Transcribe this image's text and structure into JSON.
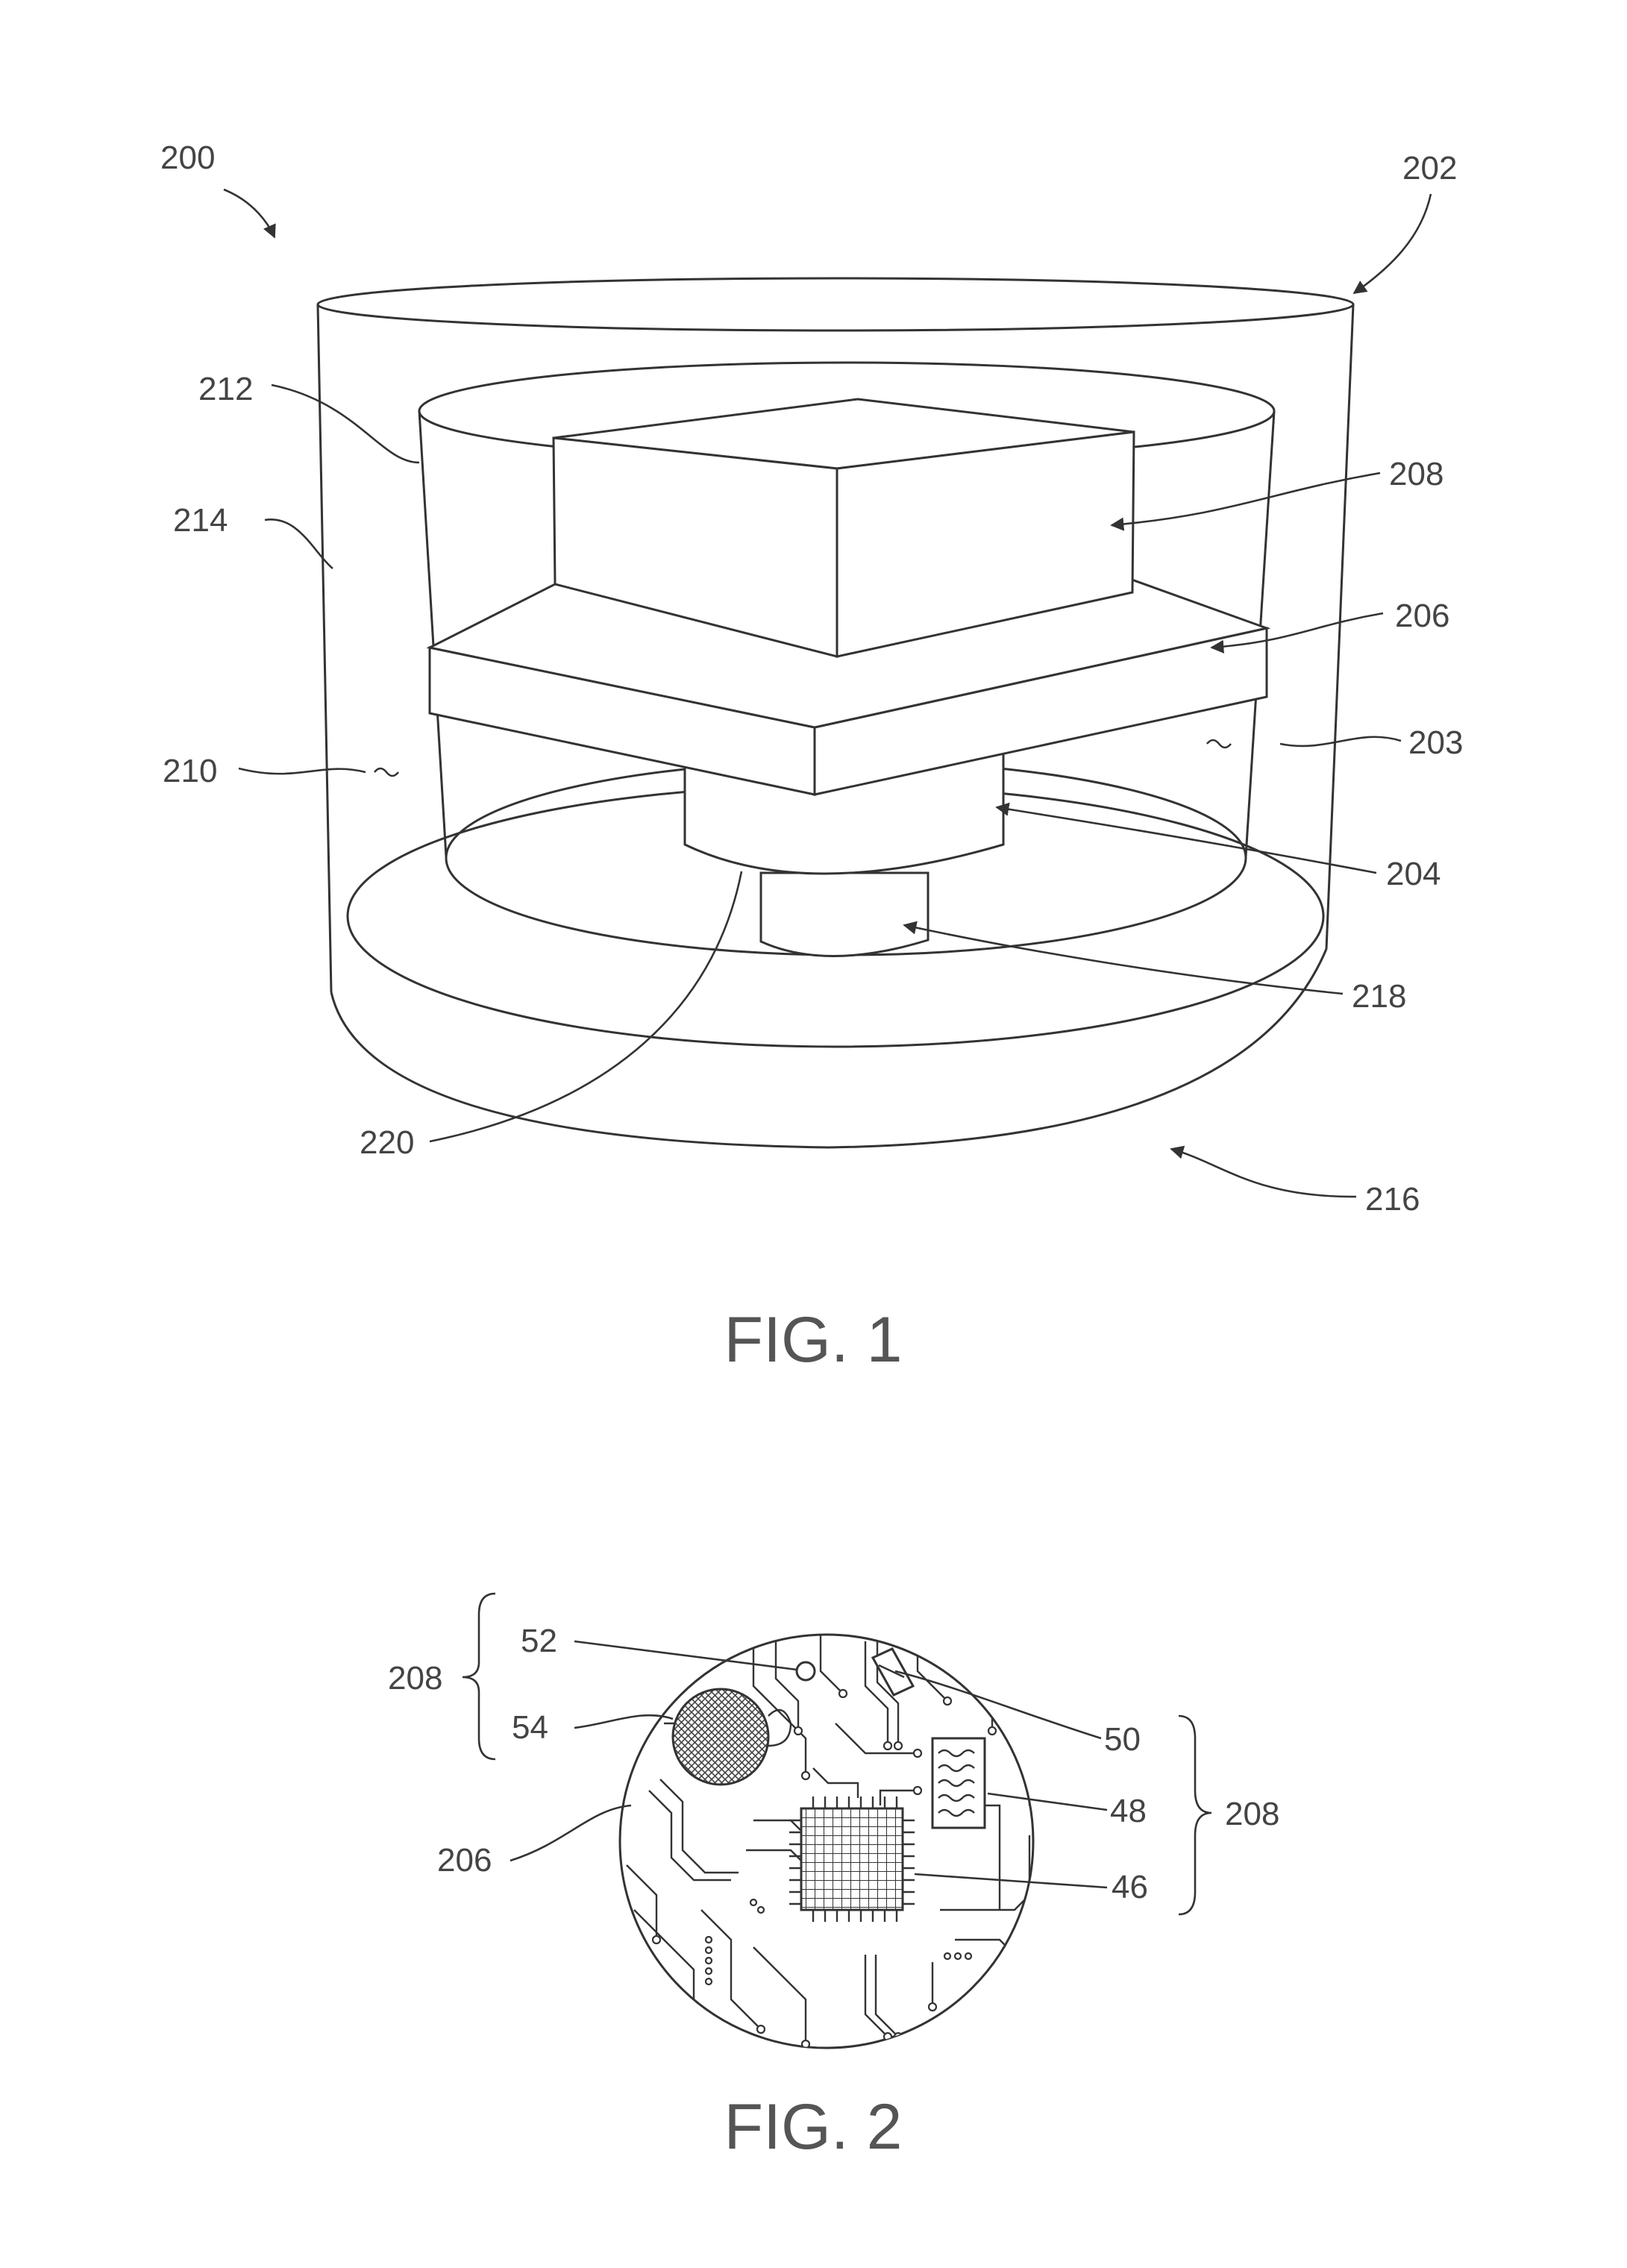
{
  "figures": [
    {
      "caption": "FIG. 1",
      "labels": {
        "device": "200",
        "outer_container": "202",
        "inner_cavity": "203",
        "stem": "204",
        "board": "206",
        "module": "208",
        "medium": "210",
        "inner_wall": "212",
        "outer_wall": "214",
        "base": "216",
        "post": "218",
        "edge": "220"
      }
    },
    {
      "caption": "FIG. 2",
      "labels": {
        "group_top": "208",
        "sensor": "52",
        "coil": "54",
        "board": "206",
        "connector": "50",
        "heater": "48",
        "chip": "46",
        "group_right": "208"
      }
    }
  ]
}
